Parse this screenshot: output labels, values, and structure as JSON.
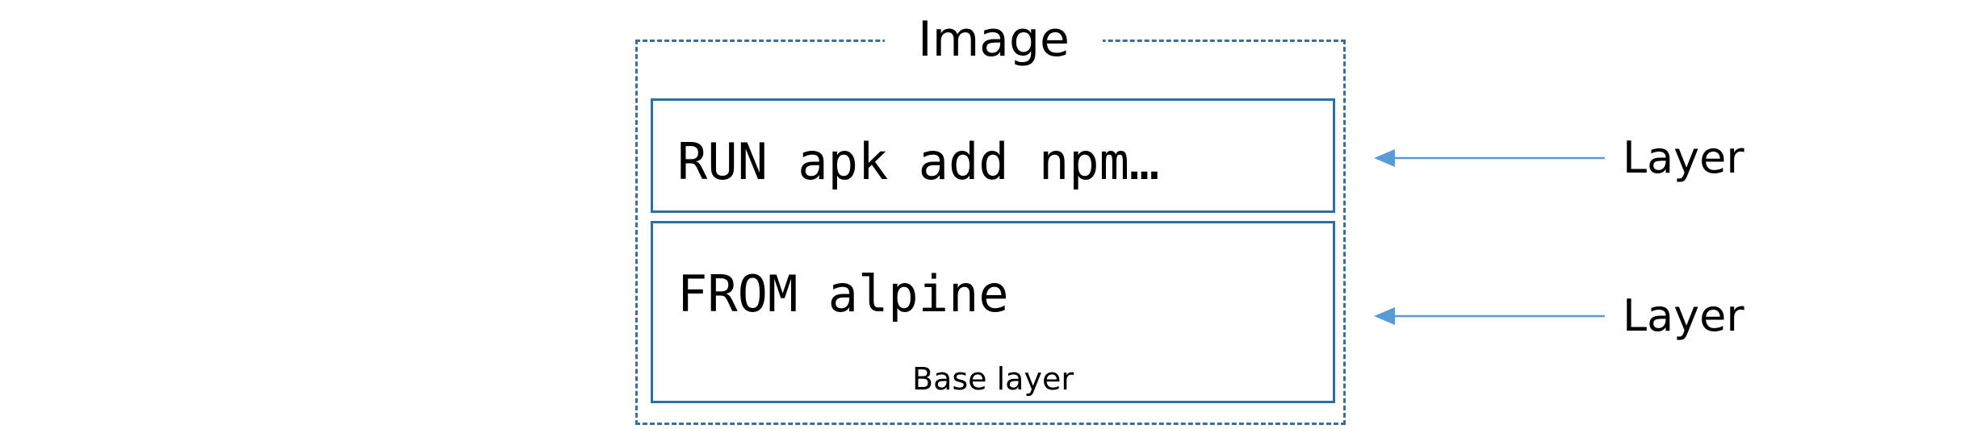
{
  "diagram": {
    "image_label": "Image",
    "layers": [
      {
        "command": "RUN apk add npm…",
        "side_label": "Layer"
      },
      {
        "command": "FROM alpine",
        "caption": "Base layer",
        "side_label": "Layer"
      }
    ],
    "colors": {
      "frame": "#3b6f9a",
      "layer_border": "#2f6fa0",
      "arrow": "#5b9bd5"
    }
  }
}
